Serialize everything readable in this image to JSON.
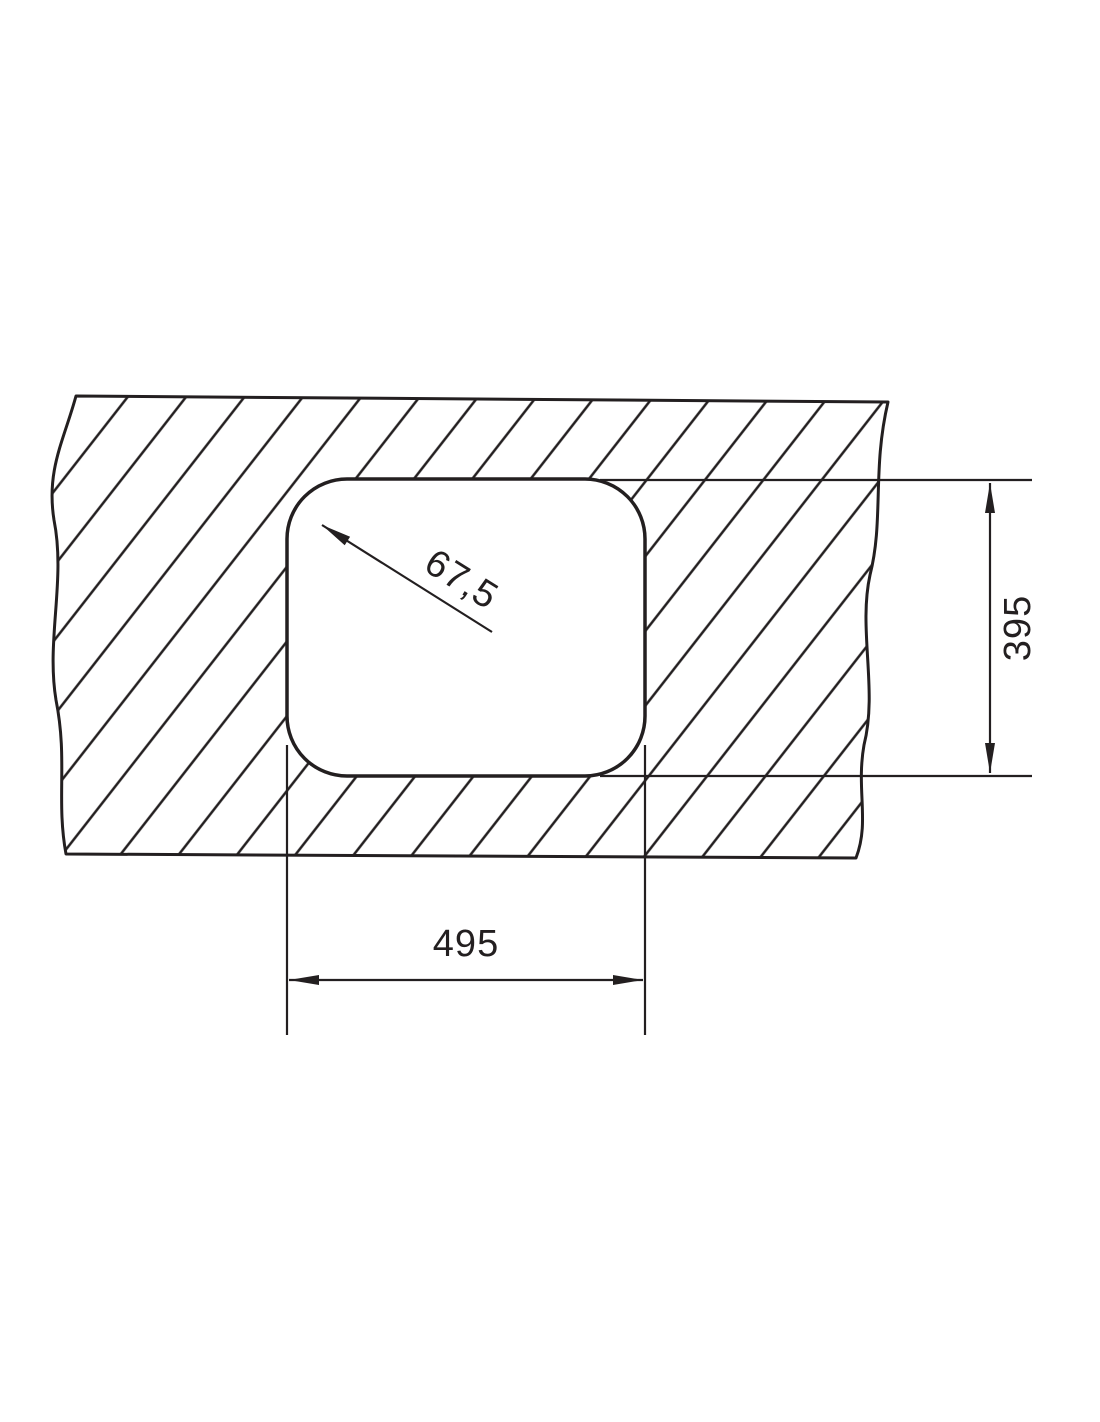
{
  "drawing": {
    "dimensions": {
      "width_label": "495",
      "height_label": "395",
      "radius_label": "67,5"
    },
    "colors": {
      "line": "#231f20",
      "background": "#ffffff"
    }
  }
}
